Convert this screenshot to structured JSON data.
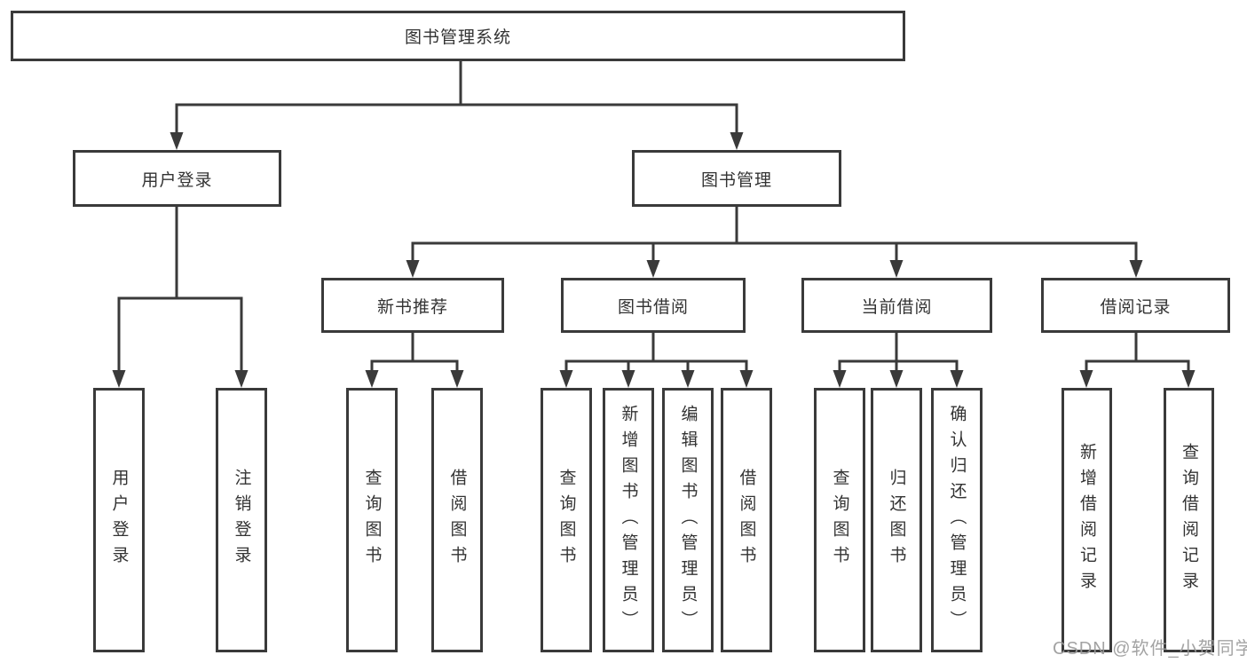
{
  "diagram": {
    "title": "图书管理系统",
    "tree": {
      "root": {
        "label": "图书管理系统"
      },
      "level2": [
        {
          "label": "用户登录",
          "leaves": [
            {
              "label": "用户登录"
            },
            {
              "label": "注销登录"
            }
          ]
        },
        {
          "label": "图书管理",
          "groups": [
            {
              "label": "新书推荐",
              "leaves": [
                {
                  "label": "查询图书"
                },
                {
                  "label": "借阅图书"
                }
              ]
            },
            {
              "label": "图书借阅",
              "leaves": [
                {
                  "label": "查询图书"
                },
                {
                  "label": "新增图书（管理员）"
                },
                {
                  "label": "编辑图书（管理员）"
                },
                {
                  "label": "借阅图书"
                }
              ]
            },
            {
              "label": "当前借阅",
              "leaves": [
                {
                  "label": "查询图书"
                },
                {
                  "label": "归还图书"
                },
                {
                  "label": "确认归还（管理员）"
                }
              ]
            },
            {
              "label": "借阅记录",
              "leaves": [
                {
                  "label": "新增借阅记录"
                },
                {
                  "label": "查询借阅记录"
                }
              ]
            }
          ]
        }
      ]
    },
    "colors": {
      "line": "#3a3a3a",
      "text": "#333333",
      "background": "#ffffff",
      "watermark_color": "#9b9b9b"
    },
    "watermark": {
      "text": "CSDN @软件_小贺同学"
    }
  }
}
